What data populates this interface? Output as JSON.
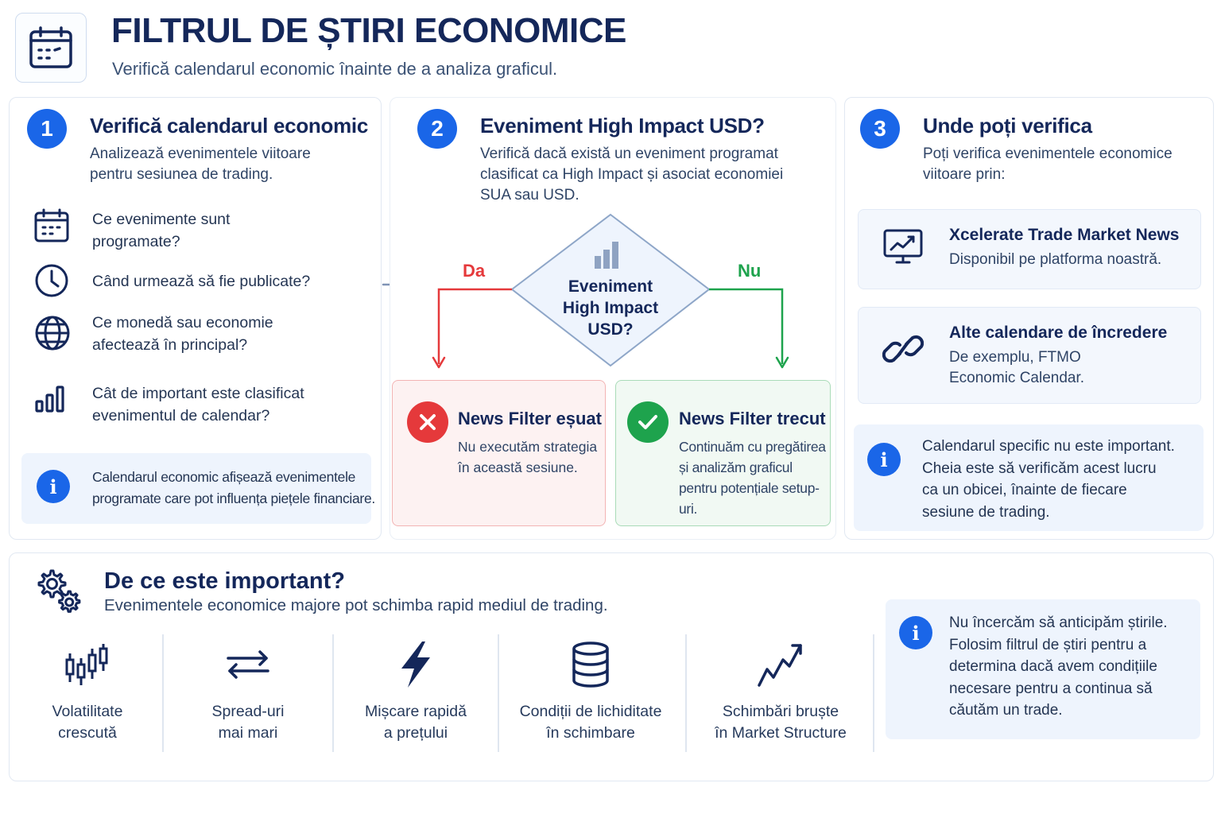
{
  "header": {
    "title": "FILTRUL DE ȘTIRI ECONOMICE",
    "subtitle": "Verifică calendarul economic înainte de a analiza graficul.",
    "icon": "calendar-icon"
  },
  "step1": {
    "number": "1",
    "title": "Verifică calendarul economic",
    "description_lines": [
      "Analizează evenimentele viitoare",
      "pentru sesiunea de trading."
    ],
    "items": [
      {
        "icon": "calendar-icon",
        "lines": [
          "Ce evenimente sunt",
          "programate?"
        ]
      },
      {
        "icon": "clock-icon",
        "lines": [
          "Când urmează să fie publicate?"
        ]
      },
      {
        "icon": "globe-icon",
        "lines": [
          "Ce monedă sau economie",
          "afectează în principal?"
        ]
      },
      {
        "icon": "bar-chart-icon",
        "lines": [
          "Cât de important este clasificat",
          "evenimentul de calendar?"
        ]
      }
    ],
    "info_lines": [
      "Calendarul economic afișează evenimentele",
      "programate care pot influența piețele financiare."
    ]
  },
  "step2": {
    "number": "2",
    "title": "Eveniment High Impact USD?",
    "description_lines": [
      "Verifică dacă există un eveniment programat",
      "clasificat ca High Impact și asociat economiei",
      "SUA sau USD."
    ],
    "diamond_lines": [
      "Eveniment",
      "High Impact",
      "USD?"
    ],
    "yes_label": "Da",
    "no_label": "Nu",
    "fail": {
      "title": "News Filter eșuat",
      "lines": [
        "Nu executăm strategia",
        "în această sesiune."
      ]
    },
    "pass": {
      "title": "News Filter trecut",
      "lines": [
        "Continuăm cu pregătirea",
        "și analizăm graficul",
        "pentru potențiale setup-uri."
      ]
    }
  },
  "step3": {
    "number": "3",
    "title": "Unde poți verifica",
    "description_lines": [
      "Poți verifica evenimentele economice",
      "viitoare prin:"
    ],
    "sources": [
      {
        "icon": "monitor-chart-icon",
        "title": "Xcelerate Trade Market News",
        "lines": [
          "Disponibil pe platforma noastră."
        ]
      },
      {
        "icon": "link-icon",
        "title": "Alte calendare de încredere",
        "lines": [
          "De exemplu, FTMO",
          "Economic Calendar."
        ]
      }
    ],
    "info_lines": [
      "Calendarul specific nu este important.",
      "Cheia este să verificăm acest lucru",
      "ca un obicei, înainte de fiecare",
      "sesiune de trading."
    ]
  },
  "importance": {
    "title": "De ce este important?",
    "subtitle": "Evenimentele economice majore pot schimba rapid mediul de trading.",
    "items": [
      {
        "icon": "candlestick-icon",
        "lines": [
          "Volatilitate",
          "crescută"
        ]
      },
      {
        "icon": "swap-arrows-icon",
        "lines": [
          "Spread-uri",
          "mai mari"
        ]
      },
      {
        "icon": "lightning-icon",
        "lines": [
          "Mișcare rapidă",
          "a prețului"
        ]
      },
      {
        "icon": "database-icon",
        "lines": [
          "Condiții de lichiditate",
          "în schimbare"
        ]
      },
      {
        "icon": "trend-up-icon",
        "lines": [
          "Schimbări bruște",
          "în Market Structure"
        ]
      }
    ],
    "info_lines": [
      "Nu încercăm să anticipăm știrile.",
      "Folosim filtrul de știri pentru a",
      "determina dacă avem condițiile",
      "necesare pentru a continua să",
      "căutăm un trade."
    ]
  },
  "colors": {
    "accent": "#1a66e8",
    "navy": "#14275a",
    "red": "#e5393b",
    "green": "#1ea34d",
    "info_bg": "#eef4fd"
  }
}
